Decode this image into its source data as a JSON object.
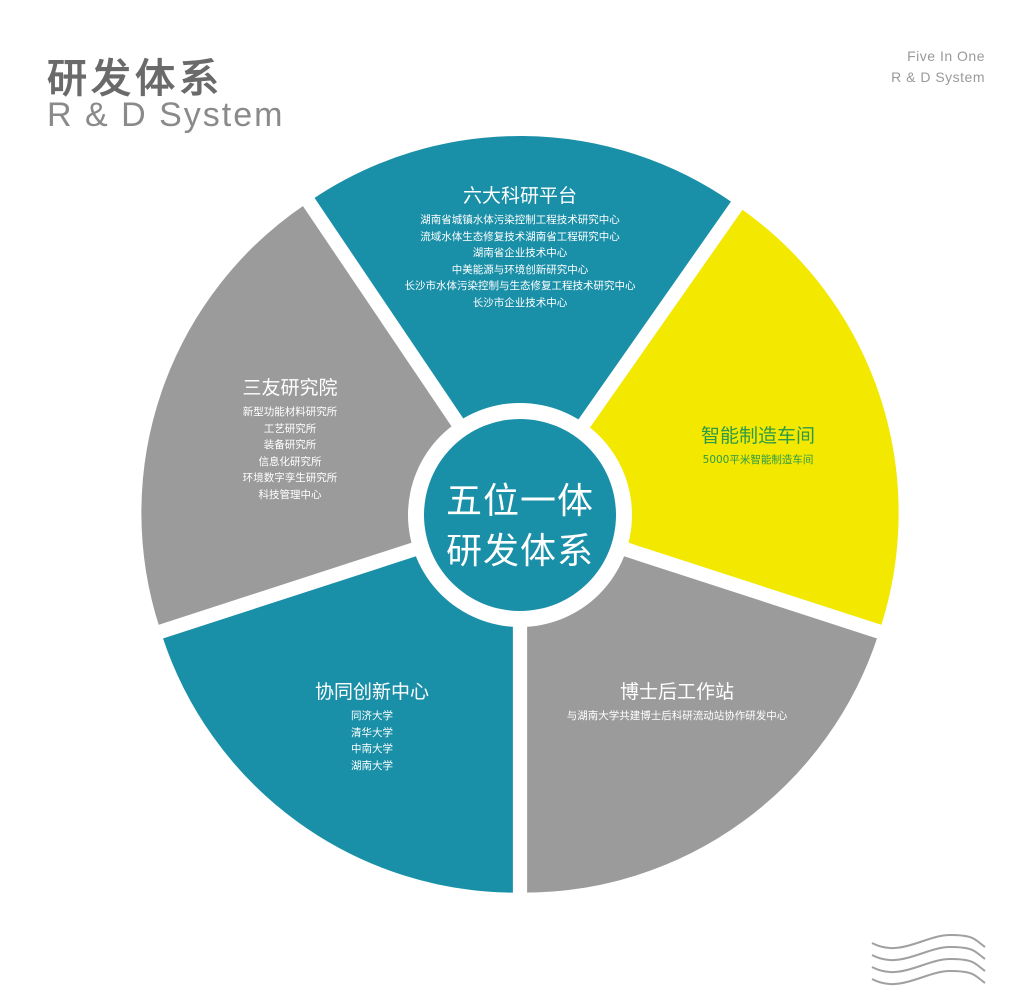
{
  "header": {
    "title_cn": "研发体系",
    "title_en": "R & D System",
    "tagline_1": "Five In One",
    "tagline_2": "R & D System"
  },
  "center": {
    "line1": "五位一体",
    "line2": "研发体系"
  },
  "segments": [
    {
      "title": "六大科研平台",
      "items": [
        "湖南省城镇水体污染控制工程技术研究中心",
        "流域水体生态修复技术湖南省工程研究中心",
        "湖南省企业技术中心",
        "中美能源与环境创新研究中心",
        "长沙市水体污染控制与生态修复工程技术研究中心",
        "长沙市企业技术中心"
      ],
      "color": "#1a8fa8"
    },
    {
      "title": "智能制造车间",
      "items": [
        "5000平米智能制造车间"
      ],
      "color": "#f2e800",
      "text_color": "#2e9a48"
    },
    {
      "title": "博士后工作站",
      "items": [
        "与湖南大学共建博士后科研流动站协作研发中心"
      ],
      "color": "#9b9b9b"
    },
    {
      "title": "协同创新中心",
      "items": [
        "同济大学",
        "清华大学",
        "中南大学",
        "湖南大学"
      ],
      "color": "#1a8fa8"
    },
    {
      "title": "三友研究院",
      "items": [
        "新型功能材料研究所",
        "工艺研究所",
        "装备研究所",
        "信息化研究所",
        "环境数字孪生研究所",
        "科技管理中心"
      ],
      "color": "#9b9b9b"
    }
  ],
  "icons": {
    "decoration": "wave-lines-icon"
  }
}
